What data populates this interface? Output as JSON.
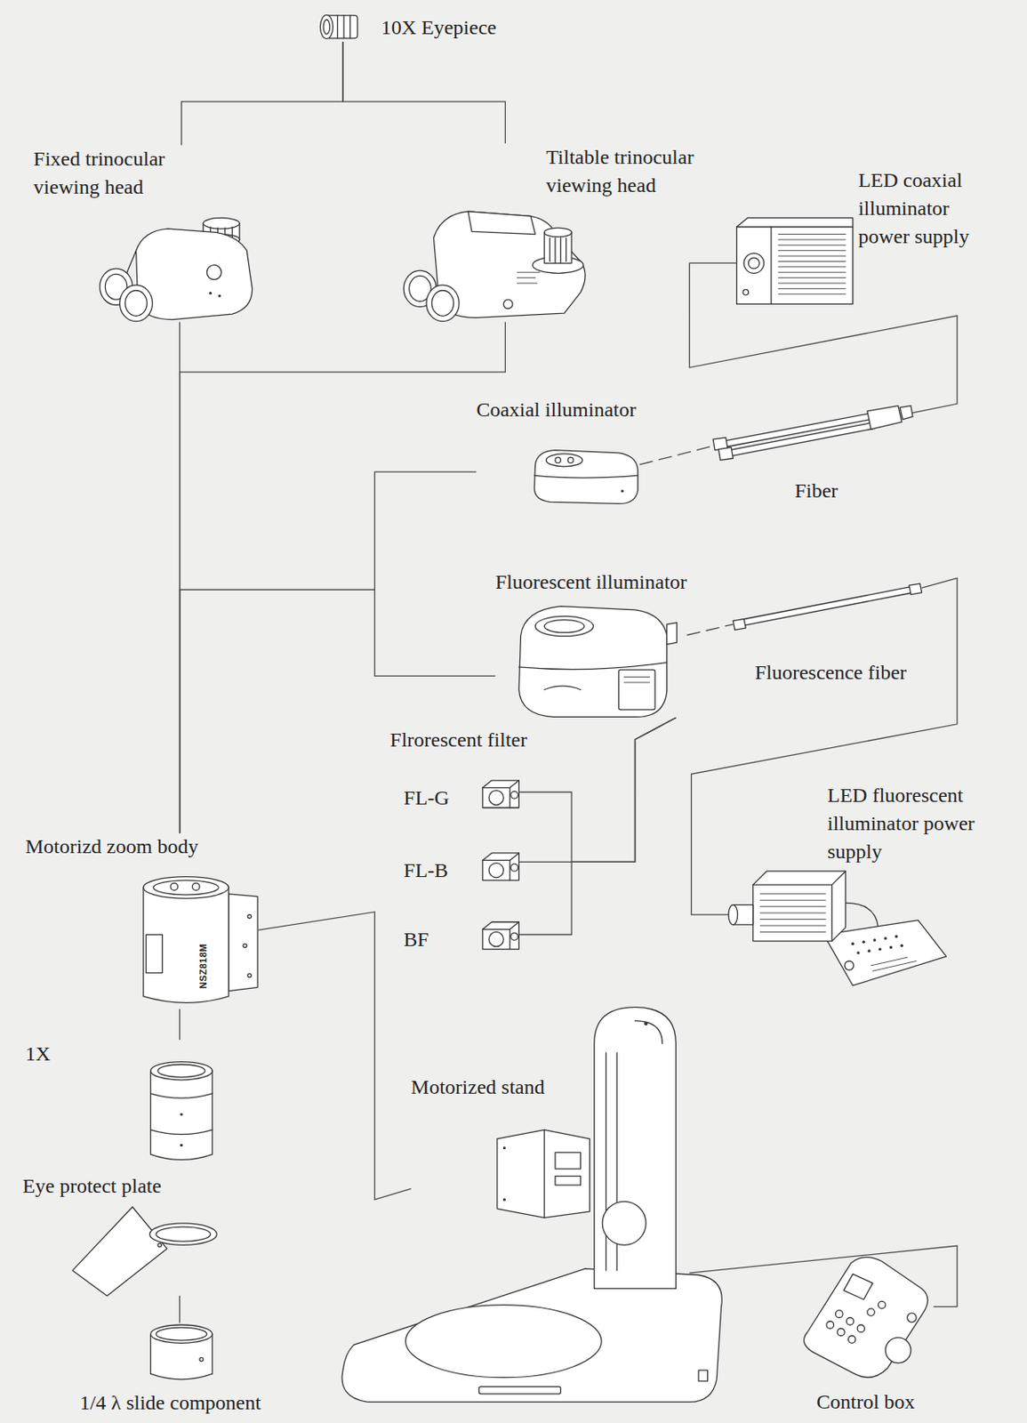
{
  "diagram": {
    "nodes": [
      {
        "text": [
          "10X Eyepiece"
        ]
      },
      {
        "text": [
          "Fixed trinocular viewing head"
        ]
      },
      {
        "text": [
          "Tiltable trinocular viewing head"
        ]
      },
      {
        "text": [
          "LED coaxial illuminator power supply"
        ]
      },
      {
        "text": [
          "Coaxial illuminator"
        ]
      },
      {
        "text": [
          "Fiber"
        ]
      },
      {
        "text": [
          "Fluorescent illuminator"
        ]
      },
      {
        "text": [
          "Fluorescence fiber"
        ]
      },
      {
        "text": [
          "FL-G"
        ]
      },
      {
        "text": [
          "FL-B"
        ]
      },
      {
        "text": [
          "BF"
        ]
      },
      {
        "text": [
          "LED fluorescent illuminator power supply"
        ]
      },
      {
        "text": [
          "Motorizd zoom body"
        ]
      },
      {
        "text": [
          "1X"
        ]
      },
      {
        "text": [
          "Eye protect plate"
        ]
      },
      {
        "text": [
          "1/4 λ slide component"
        ]
      },
      {
        "text": [
          "Motorized stand"
        ]
      },
      {
        "text": [
          "Control box"
        ]
      }
    ],
    "edges": [
      {
        "from": 0,
        "to": 1,
        "arrow": "none"
      },
      {
        "from": 0,
        "to": 2,
        "arrow": "none"
      },
      {
        "from": 1,
        "to": 12,
        "arrow": "none"
      },
      {
        "from": 2,
        "to": 12,
        "arrow": "none"
      },
      {
        "from": 4,
        "to": 12,
        "arrow": "none"
      },
      {
        "from": 6,
        "to": 12,
        "arrow": "none"
      },
      {
        "from": 3,
        "to": 5,
        "arrow": "none"
      },
      {
        "from": 4,
        "to": 5,
        "arrow": "none"
      },
      {
        "from": 6,
        "to": 7,
        "arrow": "none"
      },
      {
        "from": 7,
        "to": 11,
        "arrow": "none"
      },
      {
        "from": 6,
        "to": 8,
        "arrow": "none"
      },
      {
        "from": 6,
        "to": 9,
        "arrow": "none"
      },
      {
        "from": 6,
        "to": 10,
        "arrow": "none"
      },
      {
        "from": 12,
        "to": 13,
        "arrow": "none"
      },
      {
        "from": 14,
        "to": 15,
        "arrow": "none"
      },
      {
        "from": 12,
        "to": 16,
        "arrow": "none"
      },
      {
        "from": 16,
        "to": 17,
        "arrow": "none"
      }
    ],
    "labels": [
      "Flrorescent filter",
      "NSZ818M"
    ]
  }
}
